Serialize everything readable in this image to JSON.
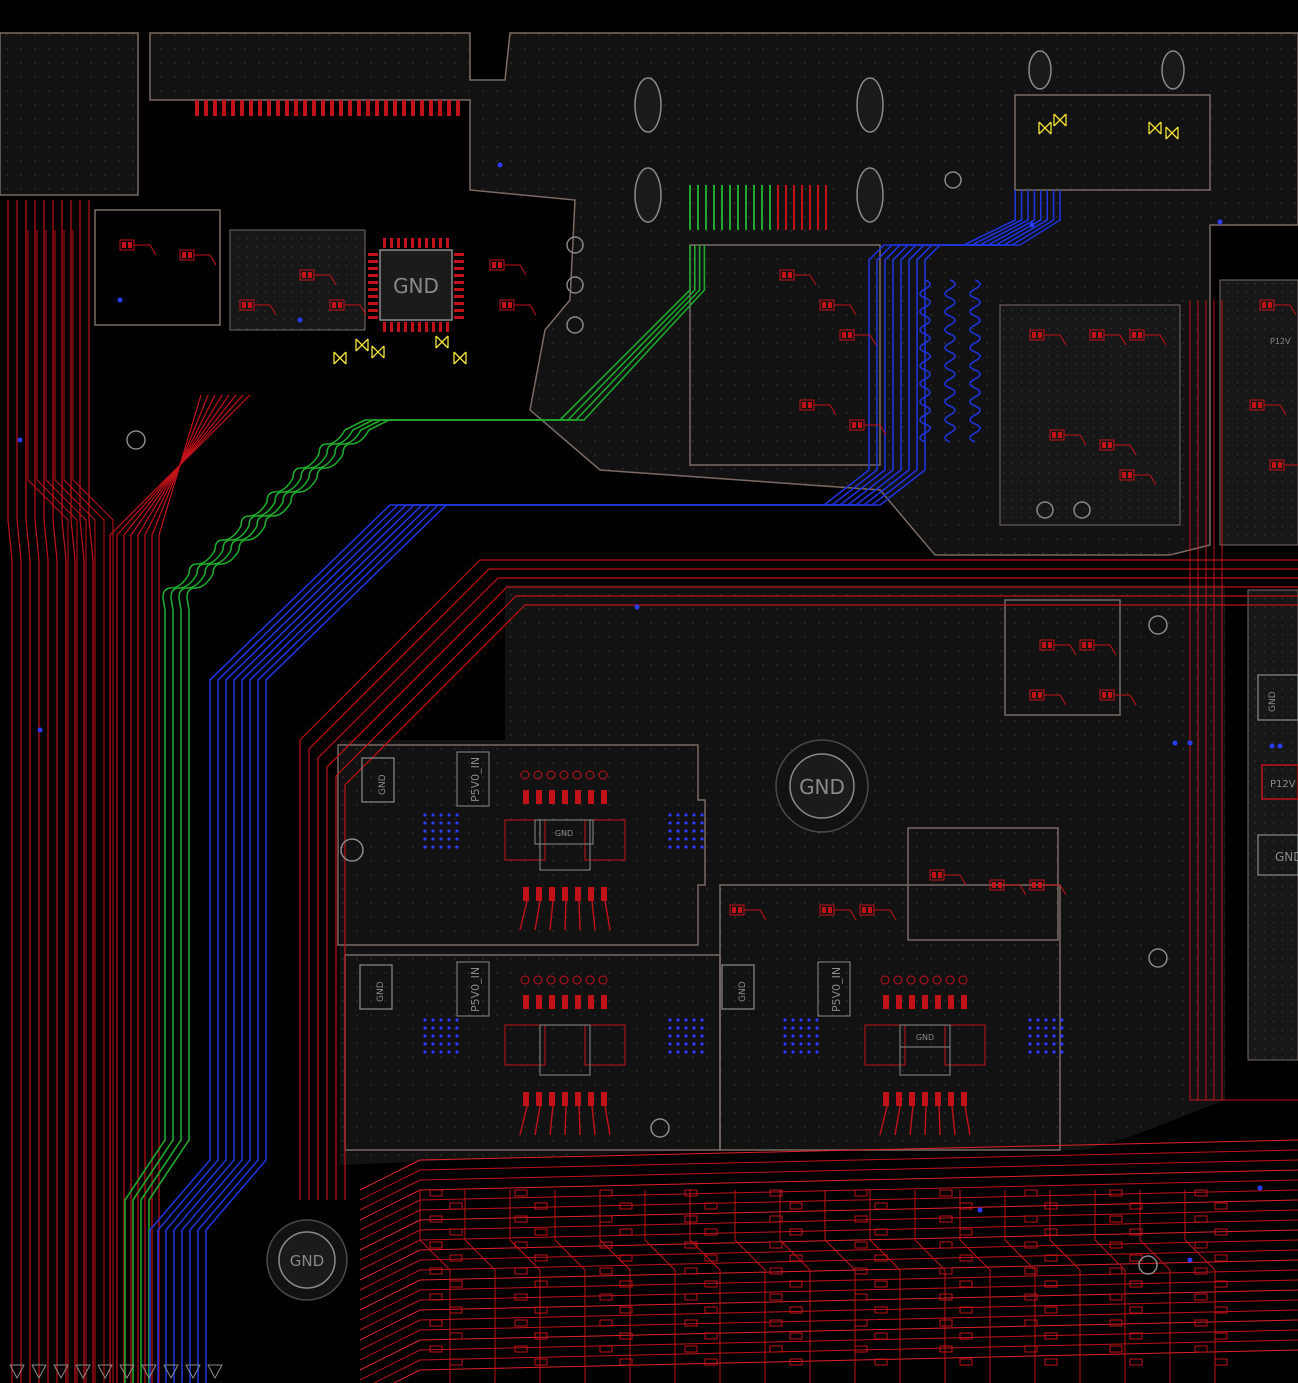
{
  "labels": {
    "gnd_chip": "GND",
    "gnd_mount_mid": "GND",
    "gnd_mount_bottom": "GND",
    "gnd_comp_a": "GND",
    "gnd_comp_b": "GND",
    "gnd_comp_c": "GND",
    "gnd_right_a": "GND",
    "gnd_right_b": "GND",
    "gnd_small_a": "GND",
    "gnd_small_b": "GND",
    "p5v0_a": "P5V0_IN",
    "p5v0_b": "P5V0_IN",
    "p5v0_c": "P5V0_IN",
    "p12v": "P12V",
    "p12vtext": "P12V"
  },
  "colors": {
    "background": "#000000",
    "plane": "#141414",
    "outline": "#7a6a64",
    "top_copper": "#c1121a",
    "top_copper_bright": "#e0202a",
    "diff_blue": "#1f34d6",
    "diff_green": "#1fa82c",
    "silkscreen": "#8c8c8c",
    "highlight": "#f2e43a",
    "via": "#2b3bff"
  }
}
